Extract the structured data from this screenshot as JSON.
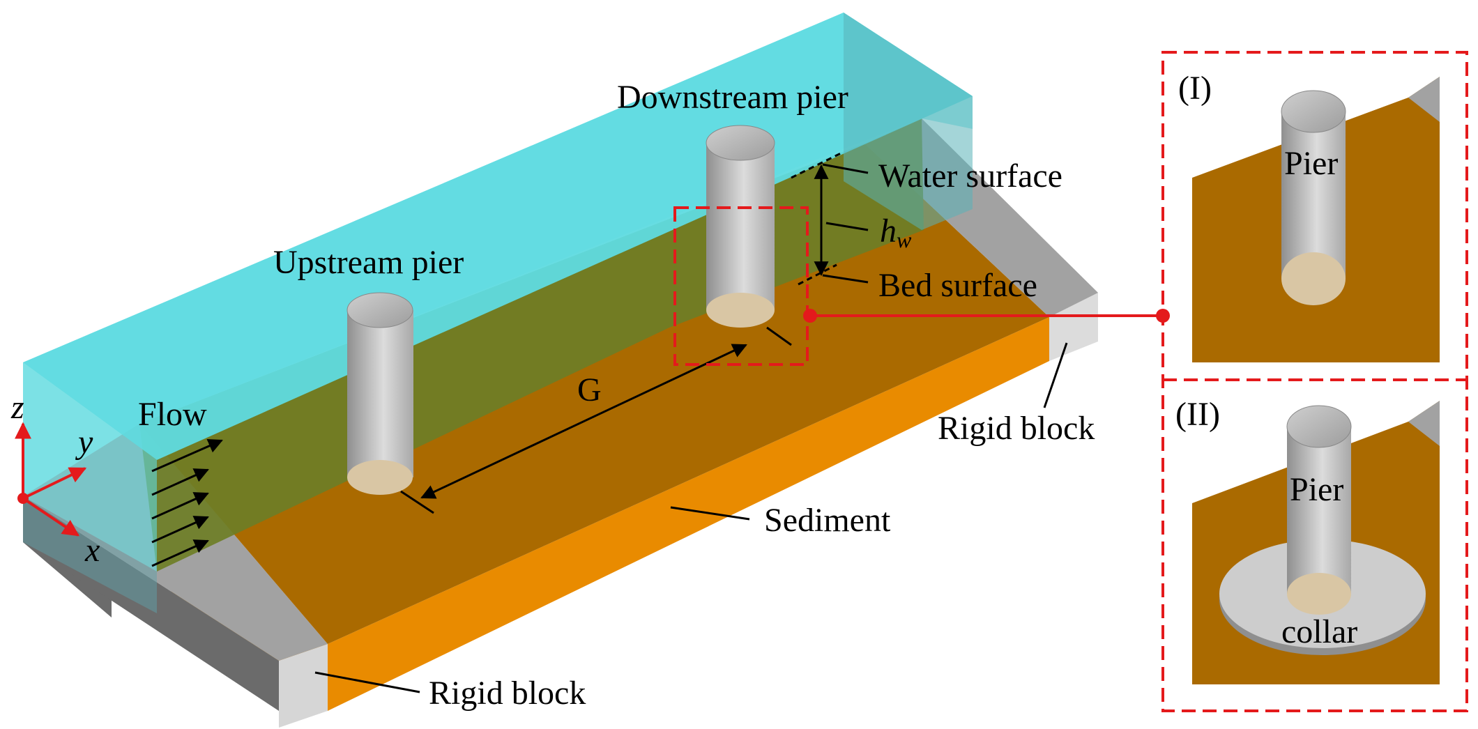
{
  "labels": {
    "downstream_pier": "Downstream pier",
    "upstream_pier": "Upstream pier",
    "water_surface": "Water surface",
    "bed_surface": "Bed surface",
    "water_depth_h": "h",
    "water_depth_sub": "w",
    "gap": "G",
    "flow": "Flow",
    "sediment": "Sediment",
    "rigid_block_right": "Rigid block",
    "rigid_block_bottom": "Rigid block",
    "axis_x": "x",
    "axis_y": "y",
    "axis_z": "z"
  },
  "insets": [
    {
      "tag": "(I)",
      "pier_label": "Pier"
    },
    {
      "tag": "(II)",
      "pier_label": "Pier",
      "collar_label": "collar"
    }
  ],
  "colors": {
    "water": "#5fdbe0",
    "sediment_top": "#aa6a00",
    "sediment_submerged": "#6e7e26",
    "sediment_side": "#e98b00",
    "rigid_top": "#a2a2a2",
    "rigid_side": "#6b6b6b",
    "rigid_end": "#d8d8d8",
    "pier": "#c2c2c2",
    "highlight": "#e41a1c"
  }
}
